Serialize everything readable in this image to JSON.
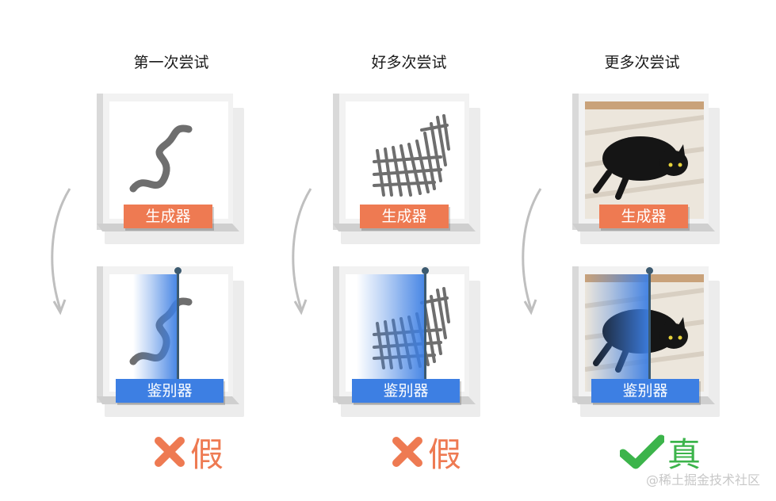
{
  "columns": [
    {
      "title": "第一次尝试",
      "generator_label": "生成器",
      "discriminator_label": "鉴别器",
      "verdict": "假",
      "verdict_type": "fake",
      "content": "squiggle"
    },
    {
      "title": "好多次尝试",
      "generator_label": "生成器",
      "discriminator_label": "鉴别器",
      "verdict": "假",
      "verdict_type": "fake",
      "content": "sketch-cat"
    },
    {
      "title": "更多次尝试",
      "generator_label": "生成器",
      "discriminator_label": "鉴别器",
      "verdict": "真",
      "verdict_type": "real",
      "content": "photo-cat"
    }
  ],
  "watermark": "@稀土掘金技术社区",
  "colors": {
    "generator": "#ee7a52",
    "discriminator": "#3d7fe3",
    "fake": "#ee7a52",
    "real": "#3cb44b",
    "line": "#3c5a70"
  }
}
